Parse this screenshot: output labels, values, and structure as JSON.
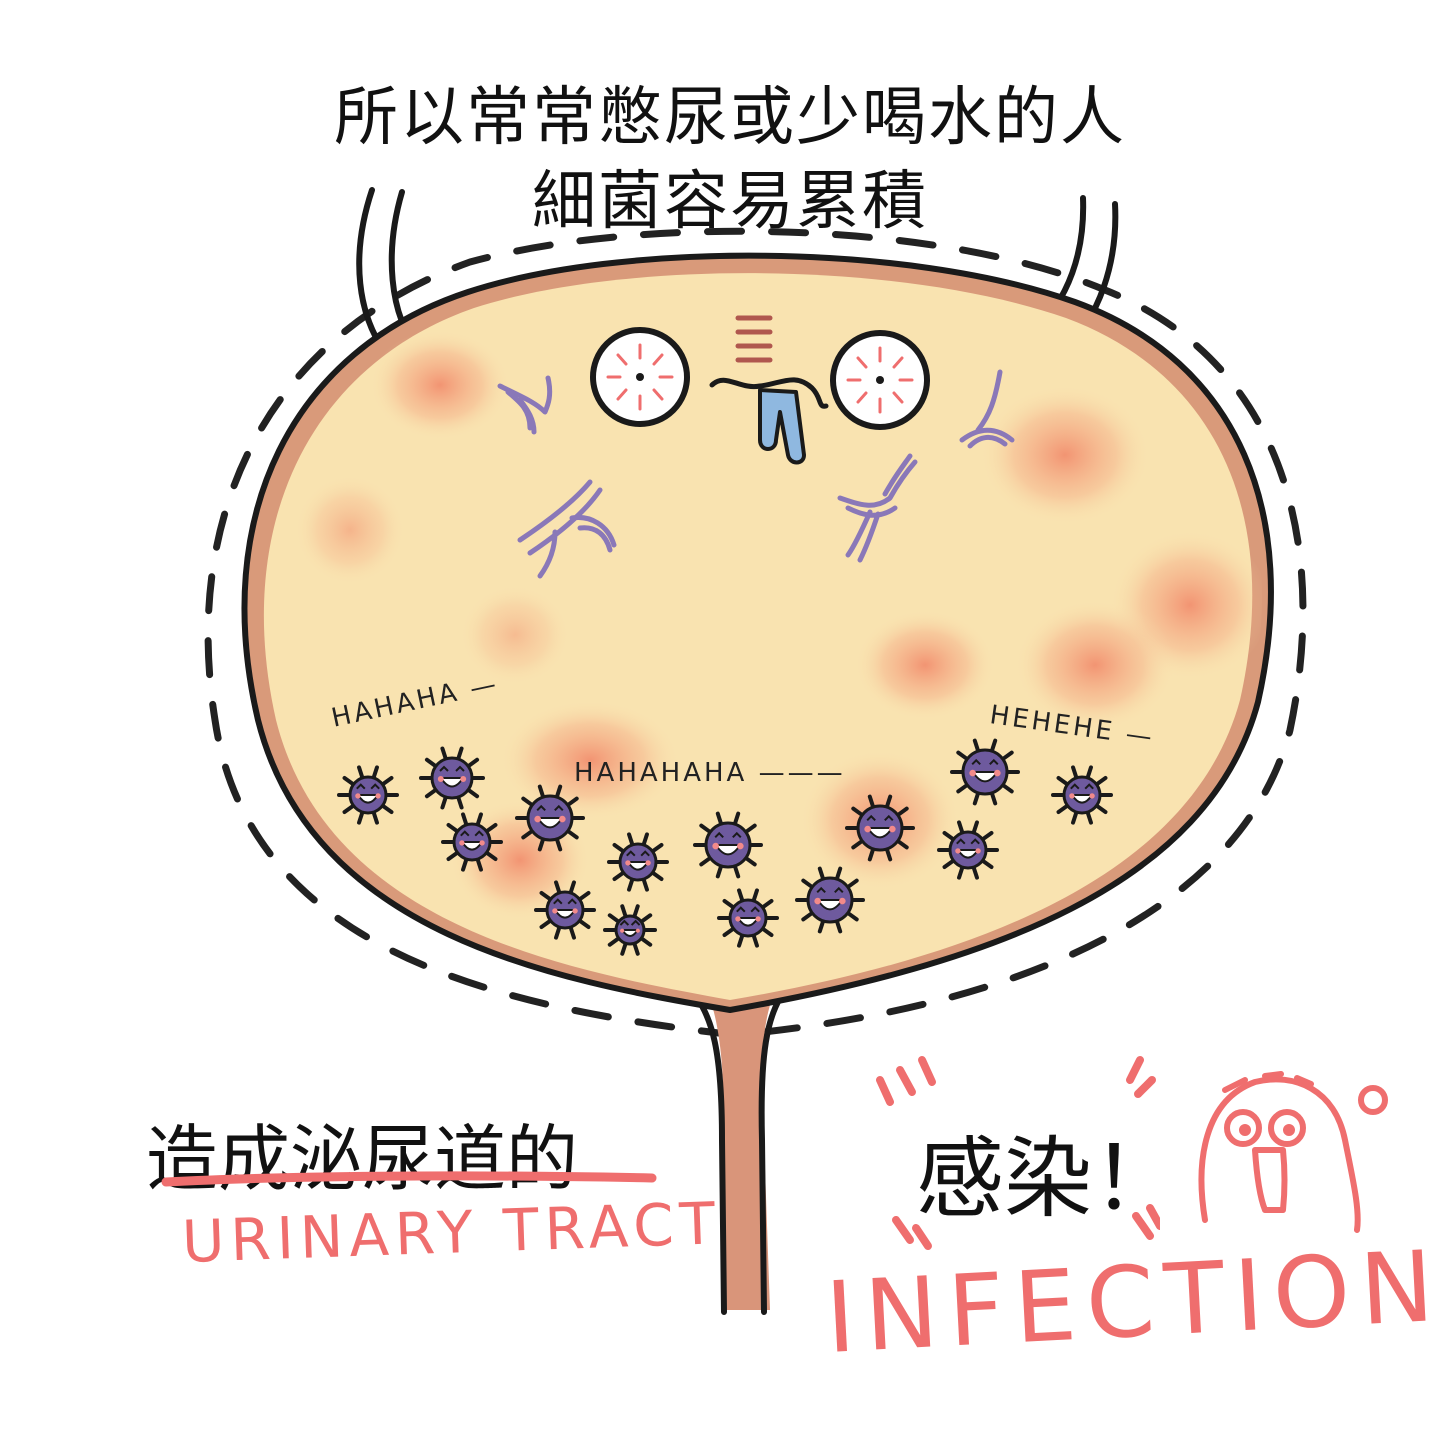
{
  "captions": {
    "line1": "所以常常憋尿或少喝水的人",
    "line2": "細菌容易累積",
    "cause": "造成泌尿道的",
    "infection": "感染！"
  },
  "labels": {
    "urinary_tract": "URINARY TRACT",
    "infection": "INFECTION!"
  },
  "bacteria_laughs": [
    "HAHAHA —",
    "HAHAHAHA ———",
    "HEHEHE —"
  ],
  "colors": {
    "bladder_fill": "#f9e3b0",
    "bladder_outline": "#1a1a1a",
    "inner_rim": "#d99a7a",
    "inflammation": "#f28a6a",
    "vessels": "#8a78b8",
    "bacteria": "#6e5a9e",
    "accent_red": "#ef6e6e",
    "tear": "#8fb8e0"
  },
  "icons": [
    "bladder-illustration",
    "bacteria-icon",
    "shocked-face-icon",
    "surprised-doodle-icon",
    "blood-vessel-icon"
  ]
}
